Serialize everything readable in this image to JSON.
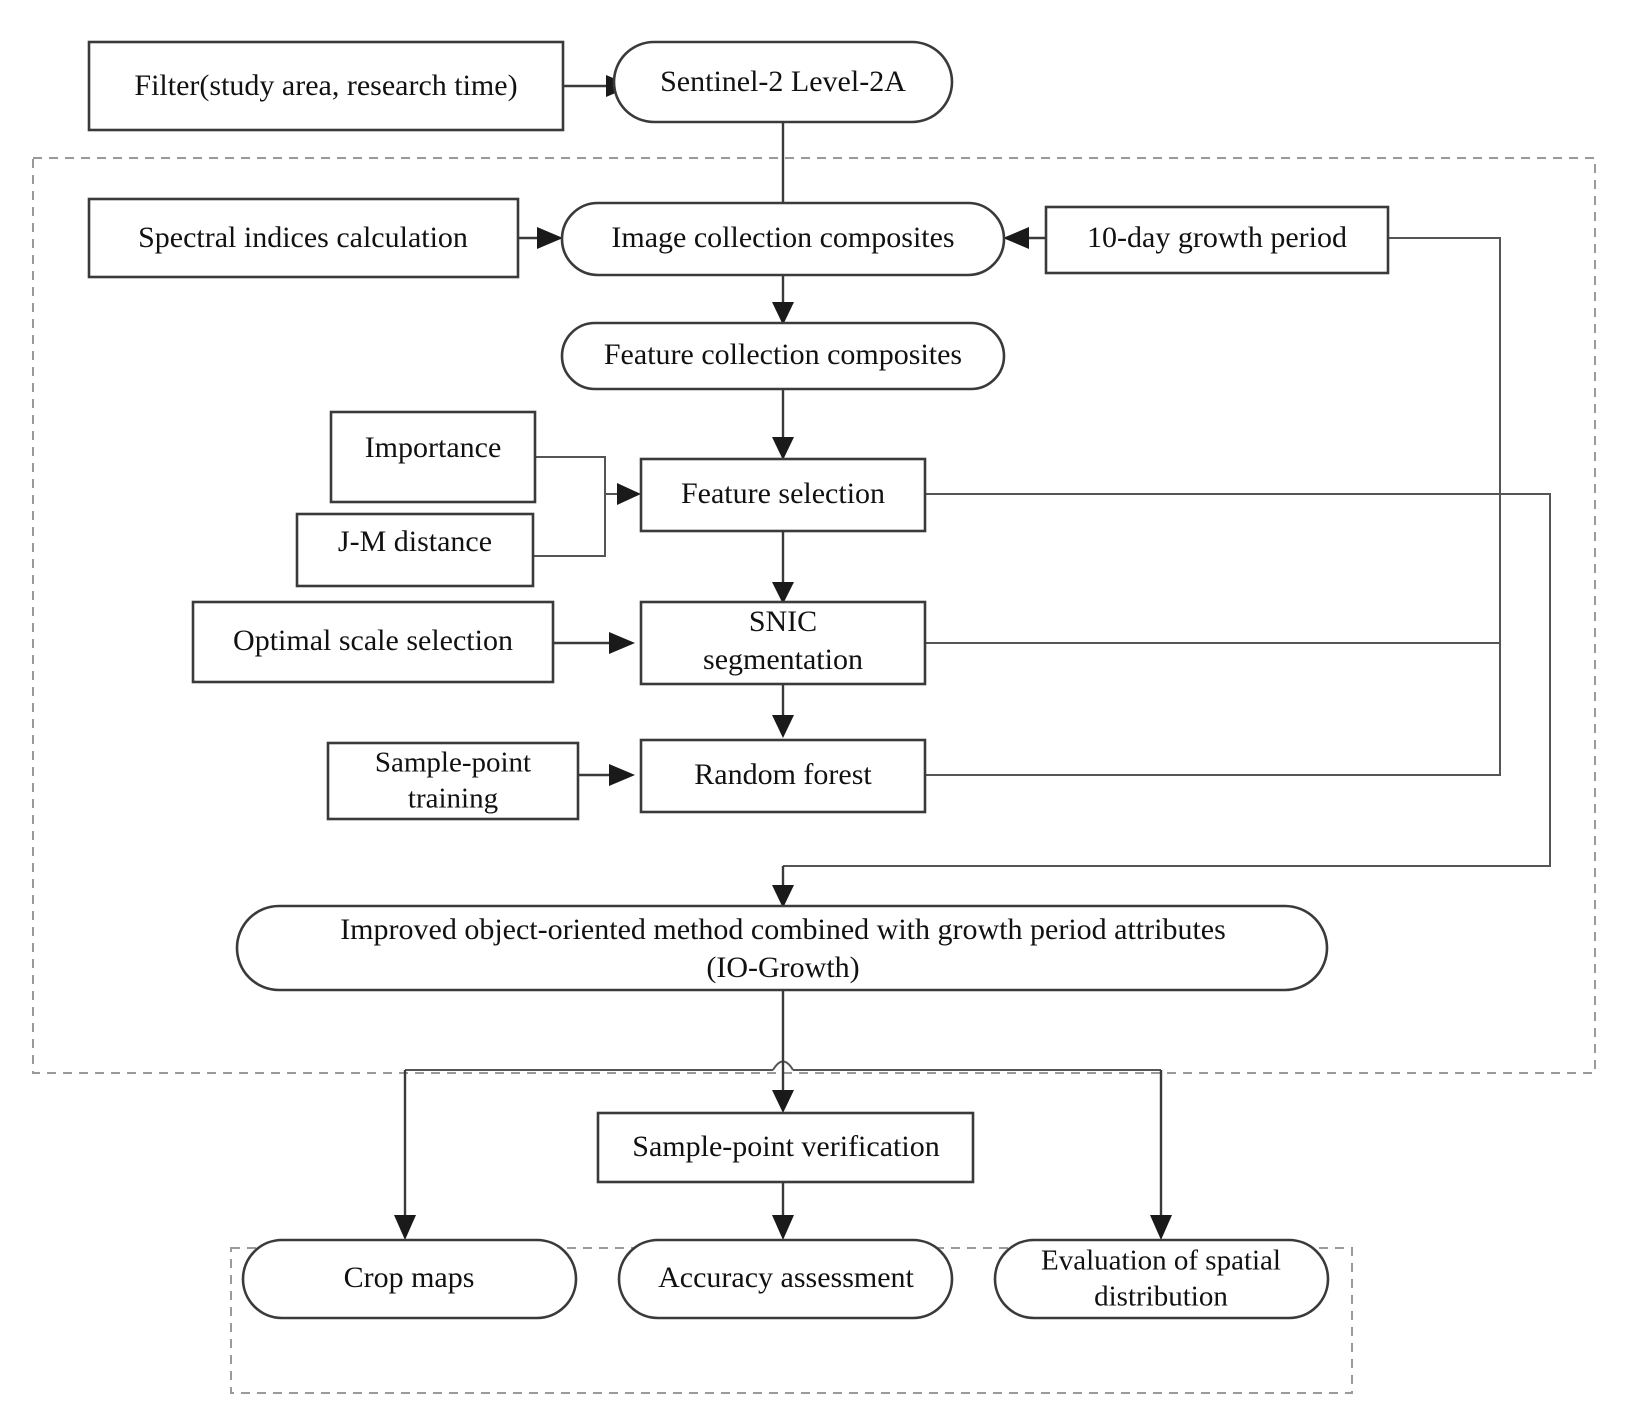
{
  "diagram": {
    "title": "IO-Growth crop mapping workflow flowchart",
    "line_color": "#3a3a3a",
    "dashed_color": "#9a9a9a",
    "background": "#ffffff"
  },
  "nodes": {
    "filter": {
      "label": "Filter(study area, research time)",
      "shape": "rect"
    },
    "sentinel": {
      "label": "Sentinel-2 Level-2A",
      "shape": "rounded"
    },
    "spectral_indices": {
      "label": "Spectral indices calculation",
      "shape": "rect"
    },
    "image_collection": {
      "label": "Image collection composites",
      "shape": "rounded"
    },
    "growth_period": {
      "label": "10-day growth period",
      "shape": "rect"
    },
    "feature_collection": {
      "label": "Feature collection composites",
      "shape": "rounded"
    },
    "importance": {
      "label": "Importance",
      "shape": "rect"
    },
    "jm_distance": {
      "label": "J-M distance",
      "shape": "rect"
    },
    "feature_selection": {
      "label": "Feature selection",
      "shape": "rect"
    },
    "optimal_scale": {
      "label": "Optimal scale selection",
      "shape": "rect"
    },
    "snic_line1": {
      "label": "SNIC",
      "shape": "rect"
    },
    "snic_line2": {
      "label": "segmentation",
      "shape": "rect"
    },
    "sample_training_line1": {
      "label": "Sample-point",
      "shape": "rect"
    },
    "sample_training_line2": {
      "label": "training",
      "shape": "rect"
    },
    "random_forest": {
      "label": "Random  forest",
      "shape": "rect"
    },
    "io_growth_line1": {
      "label": "Improved object-oriented method combined with growth period attributes",
      "shape": "rounded"
    },
    "io_growth_line2": {
      "label": "(IO-Growth)",
      "shape": "rounded"
    },
    "sample_verification": {
      "label": "Sample-point verification",
      "shape": "rect"
    },
    "crop_maps": {
      "label": "Crop maps",
      "shape": "rounded"
    },
    "accuracy_assessment": {
      "label": "Accuracy assessment",
      "shape": "rounded"
    },
    "spatial_eval_line1": {
      "label": "Evaluation of spatial",
      "shape": "rounded"
    },
    "spatial_eval_line2": {
      "label": "distribution",
      "shape": "rounded"
    }
  },
  "groups": {
    "method_group": {
      "label": "",
      "style": "dashed"
    },
    "results_group": {
      "label": "",
      "style": "dashed"
    }
  },
  "edges": [
    {
      "from": "filter",
      "to": "sentinel",
      "type": "arrow"
    },
    {
      "from": "sentinel",
      "to": "image_collection",
      "type": "arrow"
    },
    {
      "from": "spectral_indices",
      "to": "image_collection",
      "type": "arrow"
    },
    {
      "from": "growth_period",
      "to": "image_collection",
      "type": "arrow"
    },
    {
      "from": "image_collection",
      "to": "feature_collection",
      "type": "arrow"
    },
    {
      "from": "feature_collection",
      "to": "feature_selection",
      "type": "arrow"
    },
    {
      "from": "importance",
      "to": "feature_selection",
      "type": "arrow"
    },
    {
      "from": "jm_distance",
      "to": "feature_selection",
      "type": "arrow"
    },
    {
      "from": "feature_selection",
      "to": "snic_segmentation",
      "type": "arrow"
    },
    {
      "from": "optimal_scale",
      "to": "snic_segmentation",
      "type": "arrow"
    },
    {
      "from": "snic_segmentation",
      "to": "random_forest",
      "type": "arrow"
    },
    {
      "from": "sample_training",
      "to": "random_forest",
      "type": "arrow"
    },
    {
      "from": "growth_period",
      "to": "io_growth",
      "type": "routed"
    },
    {
      "from": "feature_selection",
      "to": "io_growth",
      "type": "routed"
    },
    {
      "from": "snic_segmentation",
      "to": "io_growth",
      "type": "routed"
    },
    {
      "from": "random_forest",
      "to": "io_growth",
      "type": "routed"
    },
    {
      "from": "io_growth",
      "to": "sample_verification",
      "type": "arrow"
    },
    {
      "from": "io_growth",
      "to": "crop_maps",
      "type": "arrow"
    },
    {
      "from": "sample_verification",
      "to": "accuracy_assessment",
      "type": "arrow"
    },
    {
      "from": "io_growth",
      "to": "spatial_eval",
      "type": "arrow"
    }
  ]
}
